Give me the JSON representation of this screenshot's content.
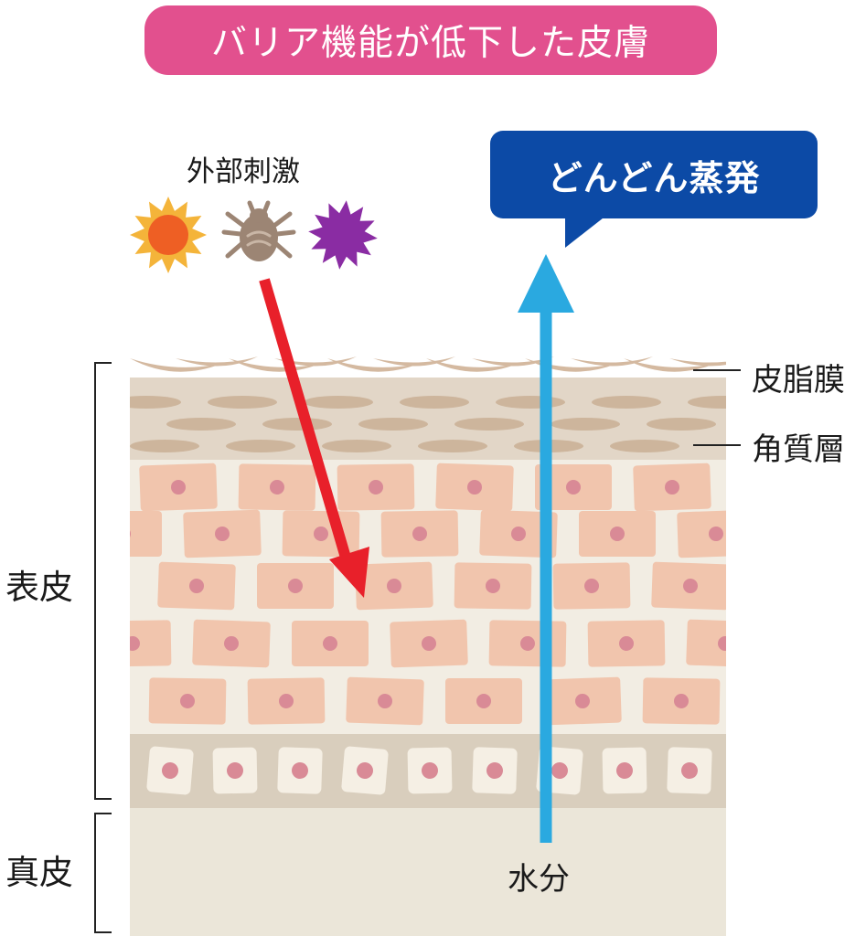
{
  "title": "バリア機能が低下した皮膚",
  "bubble": "どんどん蒸発",
  "labels": {
    "external_stimuli": "外部刺激",
    "sebum": "皮脂膜",
    "stratum_corneum": "角質層",
    "epidermis": "表皮",
    "dermis": "真皮",
    "water": "水分"
  },
  "colors": {
    "title_bg": "#e2508e",
    "bubble_bg": "#0c4aa6",
    "red_arrow": "#e8202a",
    "blue_arrow": "#2aa9e0",
    "horny_layer": "#e2d6c7",
    "cell_fill": "#f1c5ad",
    "nucleus": "#d98a96",
    "basal_layer": "#d9cebd",
    "dermis_bg": "#ebe6d9"
  },
  "icons": [
    "sun-icon",
    "mite-icon",
    "purple-burst-icon"
  ]
}
